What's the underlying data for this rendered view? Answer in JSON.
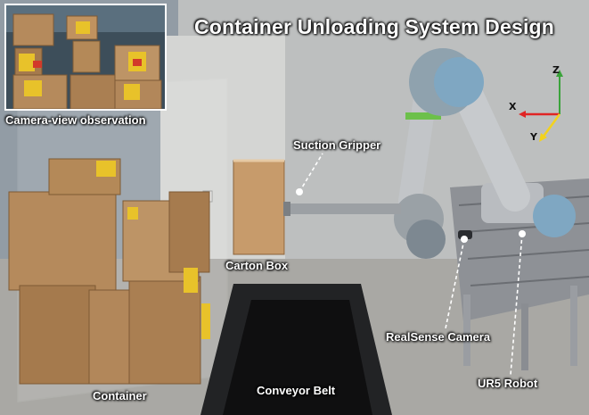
{
  "title": "Container Unloading System Design",
  "inset_caption": "Camera-view observation",
  "labels": {
    "suction_gripper": "Suction Gripper",
    "carton_box": "Carton Box",
    "realsense_camera": "RealSense Camera",
    "ur5_robot": "UR5 Robot",
    "container": "Container",
    "conveyor_belt": "Conveyor Belt"
  },
  "axes": {
    "z": "Z",
    "x": "X",
    "y": "Y"
  },
  "colors": {
    "cardboard": "#b58a5c",
    "label_yellow": "#e8c22a",
    "robot_blue": "#7fa7c2",
    "axis_x": "#e02424",
    "axis_y": "#f2d21e",
    "axis_z": "#3aa33a"
  }
}
